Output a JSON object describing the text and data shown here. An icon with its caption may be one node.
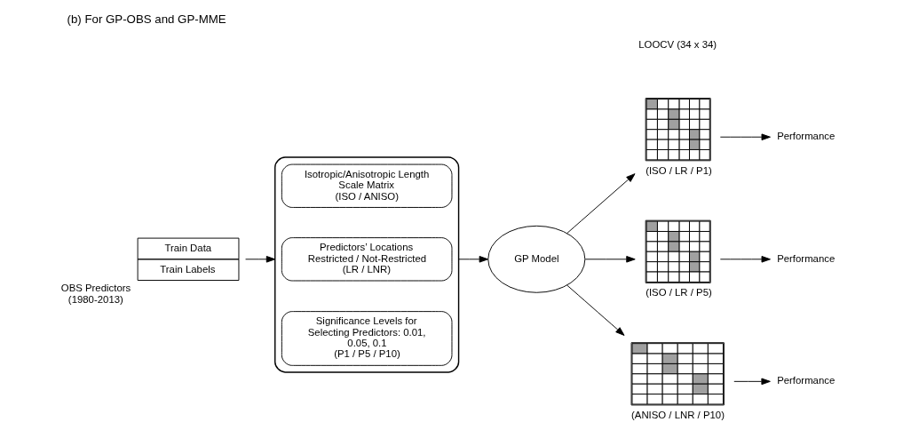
{
  "diagram": {
    "title": "(b) For GP-OBS and GP-MME",
    "nodes": [
      {
        "text": [
          "Train Data",
          "Train Labels"
        ],
        "beside": [
          "OBS Predictors (1980-2013)"
        ]
      },
      {
        "text": [],
        "shape": "box"
      },
      {
        "text": [
          "Isotropic/Anisotropic Length Scale Matrix",
          "(ISO / ANISO)"
        ],
        "in": 1
      },
      {
        "text": [
          "Predictors’ Locations Restricted / Not-Restricted",
          "(LR / LNR)"
        ],
        "in": 1
      },
      {
        "text": [
          "Significance Levels for Selecting Predictors: 0.01, 0.05, 0.1",
          "(P1 / P5 / P10)"
        ],
        "in": 1
      },
      {
        "text": [
          "GP Model"
        ]
      },
      {
        "text": [],
        "shape": "picture",
        "beside": [
          "(ISO / LR / P1)"
        ]
      },
      {
        "text": [
          "Performance"
        ]
      },
      {
        "text": [],
        "shape": "picture",
        "beside": [
          "(ISO / LR / P5)"
        ]
      },
      {
        "text": [
          "Performance"
        ]
      },
      {
        "text": [],
        "shape": "picture",
        "beside": [
          "(ANISO / LNR / P10)"
        ]
      },
      {
        "text": [
          "Performance"
        ]
      }
    ],
    "edges": [
      {
        "from": 0,
        "to": 1,
        "arrow": "to"
      },
      {
        "from": 1,
        "to": 5,
        "arrow": "to"
      },
      {
        "from": 5,
        "to": 6,
        "arrow": "to"
      },
      {
        "from": 5,
        "to": 8,
        "arrow": "to"
      },
      {
        "from": 5,
        "to": 10,
        "arrow": "to"
      },
      {
        "from": 6,
        "to": 7,
        "arrow": "to"
      },
      {
        "from": 8,
        "to": 9,
        "arrow": "to"
      },
      {
        "from": 10,
        "to": 11,
        "arrow": "to"
      }
    ],
    "labels": [
      "LOOCV (34 x 34)"
    ]
  }
}
